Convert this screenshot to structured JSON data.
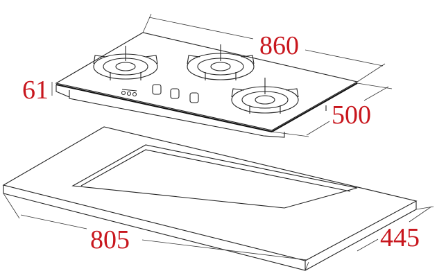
{
  "dimensions": {
    "hob_width": "860",
    "hob_height": "61",
    "hob_depth": "500",
    "cutout_width": "805",
    "cutout_depth": "445"
  },
  "colors": {
    "dimension_text": "#c8161d",
    "line": "#222222"
  }
}
